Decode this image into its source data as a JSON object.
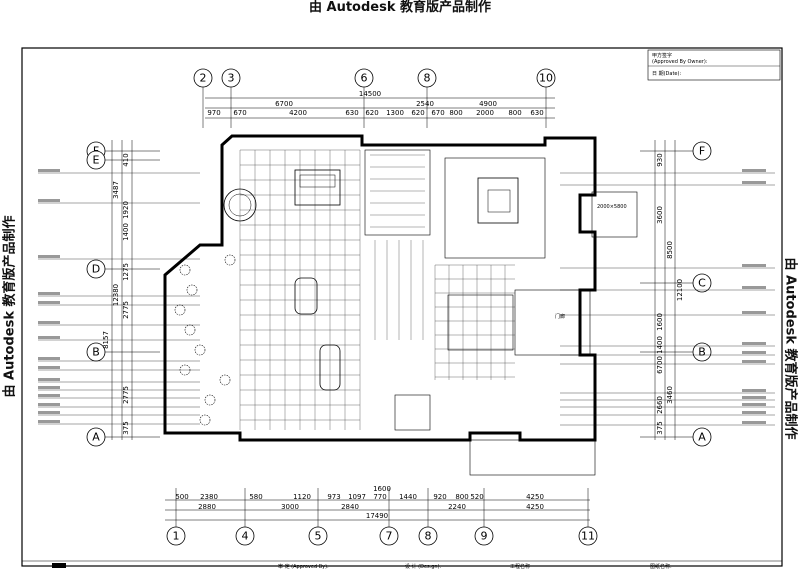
{
  "watermark": {
    "top": "由 Autodesk 教育版产品制作",
    "left": "由 Autodesk 教育版产品制作",
    "right": "由 Autodesk 教育版产品制作"
  },
  "title_block": {
    "approval": "甲方签字",
    "approval_en": "(Approved By Owner):",
    "date": "日  期(Date):",
    "bottom_approved": "审  定 (Approved By):",
    "bottom_design": "设  计 (Des.gn):",
    "bottom_project": "工程名称",
    "bottom_drawing": "图纸名称:"
  },
  "top_axes": [
    "2",
    "3",
    "6",
    "8",
    "10"
  ],
  "bottom_axes": [
    "1",
    "4",
    "5",
    "7",
    "8",
    "9",
    "11"
  ],
  "left_axes": [
    "F",
    "E",
    "D",
    "B",
    "A"
  ],
  "right_axes": [
    "F",
    "C",
    "B",
    "A"
  ],
  "top_dims": {
    "total": "14500",
    "row1": [
      "6700",
      "2540",
      "4900"
    ],
    "row2": [
      "970",
      "670",
      "4200",
      "630",
      "620",
      "1300",
      "620",
      "670",
      "800",
      "2000",
      "800",
      "630"
    ]
  },
  "bottom_dims": {
    "total": "17490",
    "extra": "1600",
    "row1": [
      "500",
      "2380",
      "580",
      "1120",
      "973",
      "1097",
      "770",
      "1440",
      "920",
      "800",
      "520",
      "4250"
    ],
    "row2": [
      "2880",
      "3000",
      "2840",
      "2240",
      "4250"
    ]
  },
  "left_dims": [
    "3487",
    "1920",
    "12380",
    "8157",
    "2775",
    "2775",
    "375",
    "1275",
    "1400",
    "410"
  ],
  "right_dims": [
    "930",
    "3600",
    "8500",
    "12100",
    "1600",
    "1400",
    "6700",
    "3460",
    "2660",
    "375"
  ],
  "room_labels": {
    "door": "门廊",
    "dim_note": "2000×5800"
  }
}
